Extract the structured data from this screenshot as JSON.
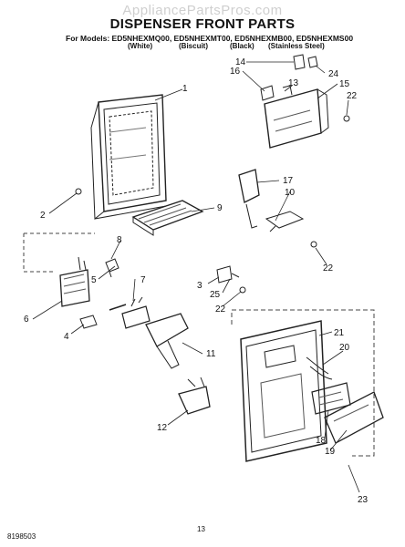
{
  "watermark": "AppliancePartsPros.com",
  "title": "DISPENSER FRONT PARTS",
  "models_line": "For Models: ED5NHEXMQ00, ED5NHEXMT00, ED5NHEXMB00, ED5NHEXMS00",
  "variants": [
    "(White)",
    "(Biscuit)",
    "(Black)",
    "(Stainless Steel)"
  ],
  "callouts": [
    "1",
    "2",
    "3",
    "4",
    "5",
    "6",
    "7",
    "8",
    "9",
    "10",
    "11",
    "12",
    "13",
    "14",
    "15",
    "16",
    "17",
    "18",
    "19",
    "20",
    "21",
    "22",
    "22",
    "22",
    "23",
    "24",
    "25"
  ],
  "page_number": "13",
  "doc_number": "8198503"
}
